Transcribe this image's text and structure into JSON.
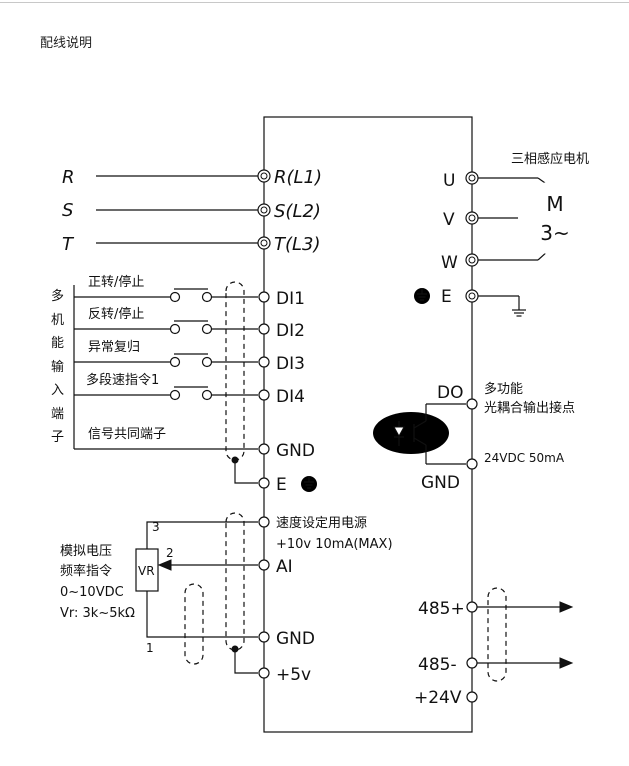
{
  "page": {
    "title": "配线说明"
  },
  "power_inputs": [
    {
      "line": "R",
      "terminal": "R(L1)"
    },
    {
      "line": "S",
      "terminal": "S(L2)"
    },
    {
      "line": "T",
      "terminal": "T(L3)"
    }
  ],
  "motor": {
    "label": "三相感应电机",
    "symbol_line1": "M",
    "symbol_line2": "3~",
    "terminals": [
      "U",
      "V",
      "W"
    ]
  },
  "ground_terminal": "E",
  "digital_inputs": {
    "group_label": [
      "多",
      "机",
      "能",
      "输",
      "入",
      "端",
      "子"
    ],
    "items": [
      {
        "function": "正转/停止",
        "terminal": "DI1"
      },
      {
        "function": "反转/停止",
        "terminal": "DI2"
      },
      {
        "function": "异常复归",
        "terminal": "DI3"
      },
      {
        "function": "多段速指令1",
        "terminal": "DI4"
      }
    ],
    "common_label": "信号共同端子",
    "common_terminal": "GND",
    "shield_terminal": "E"
  },
  "output": {
    "do_terminal": "DO",
    "do_desc_line1": "多功能",
    "do_desc_line2": "光耦合输出接点",
    "rating": "24VDC 50mA",
    "gnd_terminal": "GND"
  },
  "analog": {
    "desc_line1": "模拟电压",
    "desc_line2": "频率指令",
    "desc_line3": "0~10VDC",
    "desc_line4": "Vr: 3k~5kΩ",
    "vr_label": "VR",
    "pin1": "1",
    "pin2": "2",
    "pin3": "3",
    "supply_desc_line1": "速度设定用电源",
    "supply_desc_line2": "+10v 10mA(MAX)",
    "ai_terminal": "AI",
    "gnd_terminal": "GND",
    "plus5_terminal": "+5v"
  },
  "comm": {
    "terminals": [
      "485+",
      "485-",
      "+24V"
    ]
  }
}
